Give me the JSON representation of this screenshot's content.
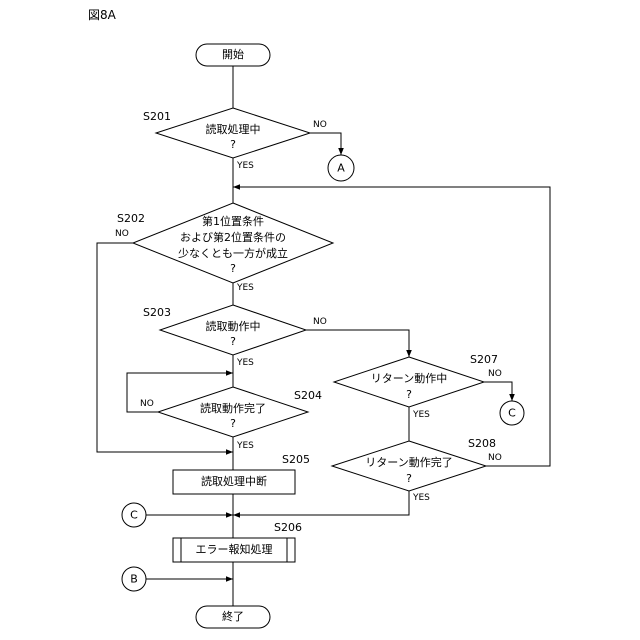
{
  "figure_title": "図8A",
  "nodes": {
    "start": "開始",
    "s201": {
      "step": "S201",
      "lines": [
        "読取処理中",
        "?"
      ]
    },
    "s202": {
      "step": "S202",
      "lines": [
        "第1位置条件",
        "および第2位置条件の",
        "少なくとも一方が成立",
        "?"
      ]
    },
    "s203": {
      "step": "S203",
      "lines": [
        "読取動作中",
        "?"
      ]
    },
    "s204": {
      "step": "S204",
      "lines": [
        "読取動作完了",
        "?"
      ]
    },
    "s205": {
      "step": "S205",
      "label": "読取処理中断"
    },
    "s206": {
      "step": "S206",
      "label": "エラー報知処理"
    },
    "s207": {
      "step": "S207",
      "lines": [
        "リターン動作中",
        "?"
      ]
    },
    "s208": {
      "step": "S208",
      "lines": [
        "リターン動作完了",
        "?"
      ]
    },
    "end": "終了"
  },
  "connectors": {
    "a": "A",
    "b": "B",
    "c1": "C",
    "c2": "C"
  },
  "branch_labels": {
    "yes": "YES",
    "no": "NO"
  }
}
